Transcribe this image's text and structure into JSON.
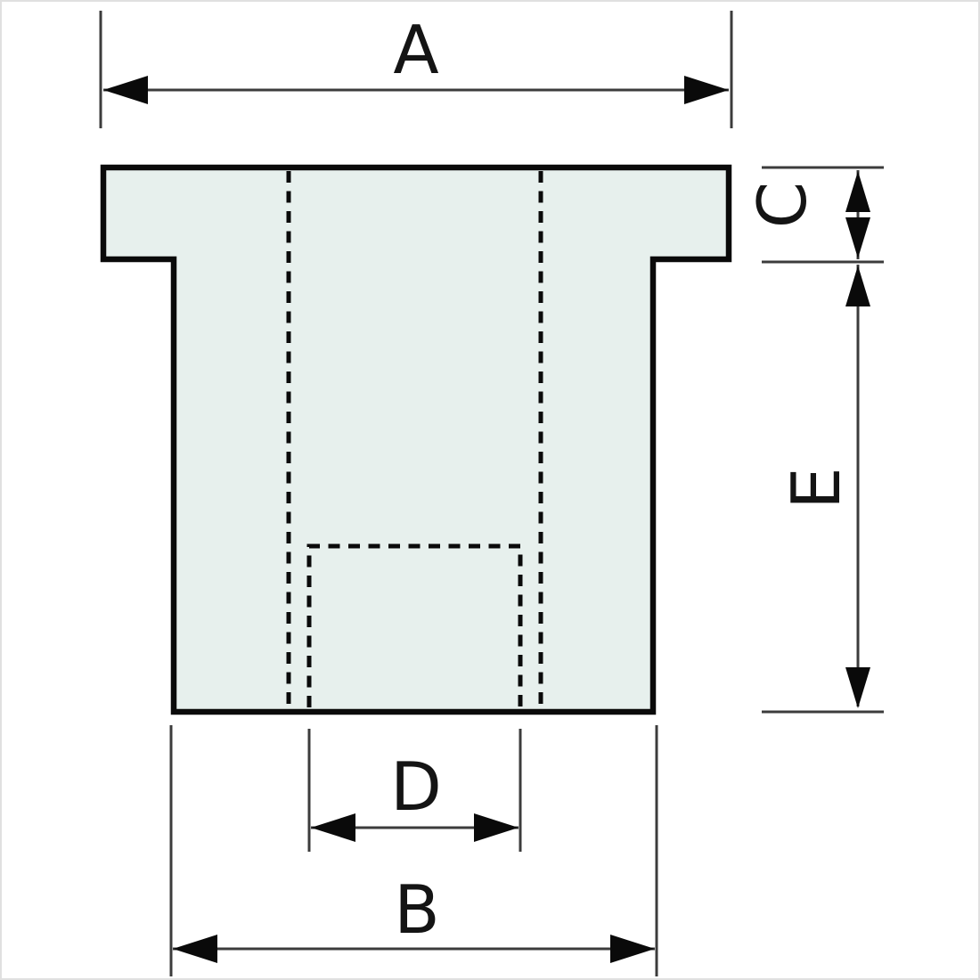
{
  "diagram": {
    "kind": "technical-drawing",
    "part_name": "flanged-bushing-cross-section",
    "dimension_labels": {
      "a": "A",
      "b": "B",
      "c": "C",
      "d": "D",
      "e": "E"
    }
  },
  "colors": {
    "background": "#ffffff",
    "page_border": "#e0e0e0",
    "part_fill": "#e7f0ed",
    "outline": "#0a0a0a",
    "dimension_line": "#3c3c3c",
    "arrow": "#0a0a0a",
    "label": "#141414"
  }
}
